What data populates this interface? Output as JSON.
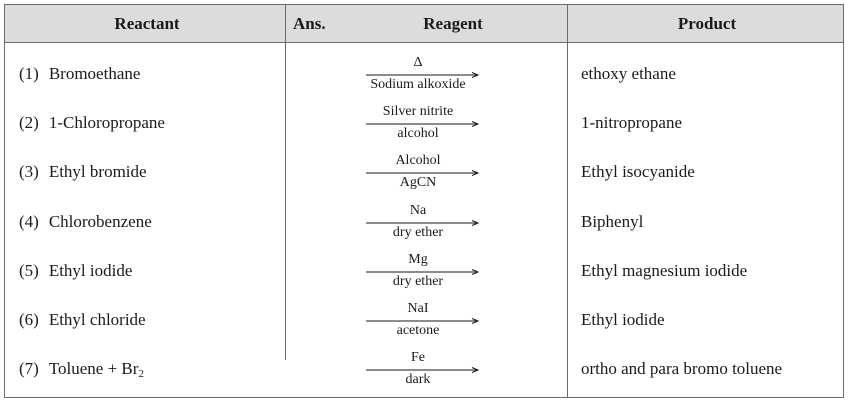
{
  "headers": {
    "reactant": "Reactant",
    "ans": "Ans.",
    "reagent": "Reagent",
    "product": "Product"
  },
  "rows": [
    {
      "num": "(1)",
      "reactant": "Bromoethane",
      "reactant_sub": "",
      "above": "Δ",
      "below": "Sodium alkoxide",
      "product": "ethoxy ethane"
    },
    {
      "num": "(2)",
      "reactant": "1-Chloropropane",
      "reactant_sub": "",
      "above": "Silver nitrite",
      "below": "alcohol",
      "product": "1-nitropropane"
    },
    {
      "num": "(3)",
      "reactant": "Ethyl bromide",
      "reactant_sub": "",
      "above": "Alcohol",
      "below": "AgCN",
      "product": "Ethyl isocyanide"
    },
    {
      "num": "(4)",
      "reactant": "Chlorobenzene",
      "reactant_sub": "",
      "above": "Na",
      "below": "dry ether",
      "product": "Biphenyl"
    },
    {
      "num": "(5)",
      "reactant": "Ethyl iodide",
      "reactant_sub": "",
      "above": "Mg",
      "below": "dry ether",
      "product": "Ethyl magnesium iodide"
    },
    {
      "num": "(6)",
      "reactant": "Ethyl chloride",
      "reactant_sub": "",
      "above": "NaI",
      "below": "acetone",
      "product": "Ethyl iodide"
    },
    {
      "num": "(7)",
      "reactant": "Toluene + Br",
      "reactant_sub": "2",
      "above": "Fe",
      "below": "dark",
      "product": "ortho and para bromo toluene"
    }
  ]
}
